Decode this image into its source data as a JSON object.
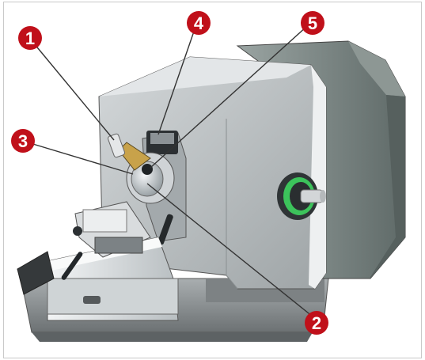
{
  "figure": {
    "callouts": [
      {
        "id": "1",
        "label": "1"
      },
      {
        "id": "2",
        "label": "2"
      },
      {
        "id": "3",
        "label": "3"
      },
      {
        "id": "4",
        "label": "4"
      },
      {
        "id": "5",
        "label": "5"
      }
    ],
    "colors": {
      "callout": "#c0101a",
      "body_light": "#c9cdd0",
      "body_dark": "#6f7a78",
      "base": "#8a8f91",
      "green_ring": "#3cc35b"
    }
  }
}
